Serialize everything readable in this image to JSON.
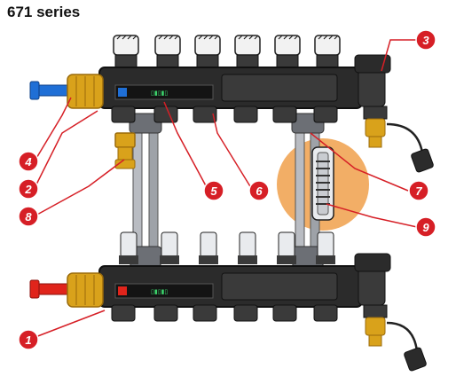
{
  "title": "671 series",
  "colors": {
    "body": "#2b2b2b",
    "body_dark": "#141414",
    "cap_white": "#f2f2f2",
    "brass": "#d9a21b",
    "brass_dark": "#9a6b0b",
    "callout_red": "#d61f26",
    "highlight_orange": "#f0a04b",
    "hot_red": "#e0241b",
    "cold_blue": "#1f6fd6",
    "flowmeter_glass": "#c9ccd1",
    "indicator_green": "#3bd36b"
  },
  "flow_manifold": {
    "ports": 6,
    "label_text": "▯▮▯▮▯",
    "valve_color_name": "blue"
  },
  "return_manifold": {
    "ports": 6,
    "label_text": "▯▮▯▮▯",
    "valve_color_name": "red"
  },
  "callouts": [
    {
      "id": "1",
      "label": "1"
    },
    {
      "id": "2",
      "label": "2"
    },
    {
      "id": "3",
      "label": "3"
    },
    {
      "id": "4",
      "label": "4"
    },
    {
      "id": "5",
      "label": "5"
    },
    {
      "id": "6",
      "label": "6"
    },
    {
      "id": "7",
      "label": "7"
    },
    {
      "id": "8",
      "label": "8"
    },
    {
      "id": "9",
      "label": "9"
    }
  ]
}
